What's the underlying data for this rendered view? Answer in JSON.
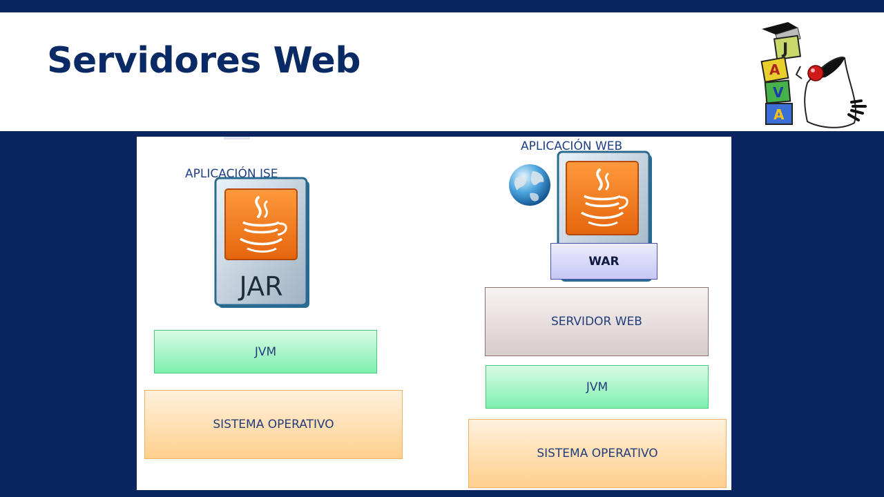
{
  "slide": {
    "title": "Servidores Web"
  },
  "diagram": {
    "jse": {
      "app_label": "APLICACIÓN JSE",
      "file_label": "JAR",
      "jvm": "JVM",
      "os": "SISTEMA OPERATIVO"
    },
    "web": {
      "app_label": "APLICACIÓN WEB",
      "war": "WAR",
      "server": "SERVIDOR WEB",
      "jvm": "JVM",
      "os": "SISTEMA OPERATIVO"
    }
  },
  "mascot": {
    "letters": [
      "J",
      "A",
      "V",
      "A"
    ]
  },
  "colors": {
    "navy": "#0a2560",
    "title": "#0a2a66",
    "java_orange": "#f07a18",
    "jvm_green": "#7ef0ad",
    "os_orange": "#ffcf8c",
    "war_blue": "#c7c7f5"
  },
  "icons": [
    "java-cup-icon",
    "jar-file-icon",
    "globe-icon",
    "java-duke-mascot-icon"
  ]
}
